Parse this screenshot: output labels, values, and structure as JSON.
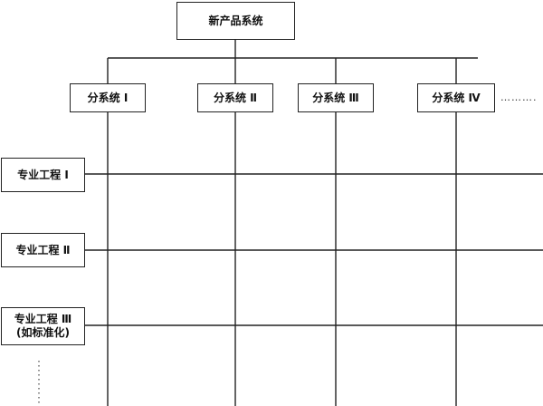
{
  "root": {
    "label": "新产品系统"
  },
  "subsystems": [
    {
      "label": "分系统 Ⅰ"
    },
    {
      "label": "分系统 Ⅱ"
    },
    {
      "label": "分系统 Ⅲ"
    },
    {
      "label": "分系统 Ⅳ"
    }
  ],
  "subsystems_more": "……….",
  "disciplines": [
    {
      "label": "专业工程 Ⅰ",
      "sub": ""
    },
    {
      "label": "专业工程 Ⅱ",
      "sub": ""
    },
    {
      "label": "专业工程 Ⅲ",
      "sub": "(如标准化)"
    }
  ]
}
